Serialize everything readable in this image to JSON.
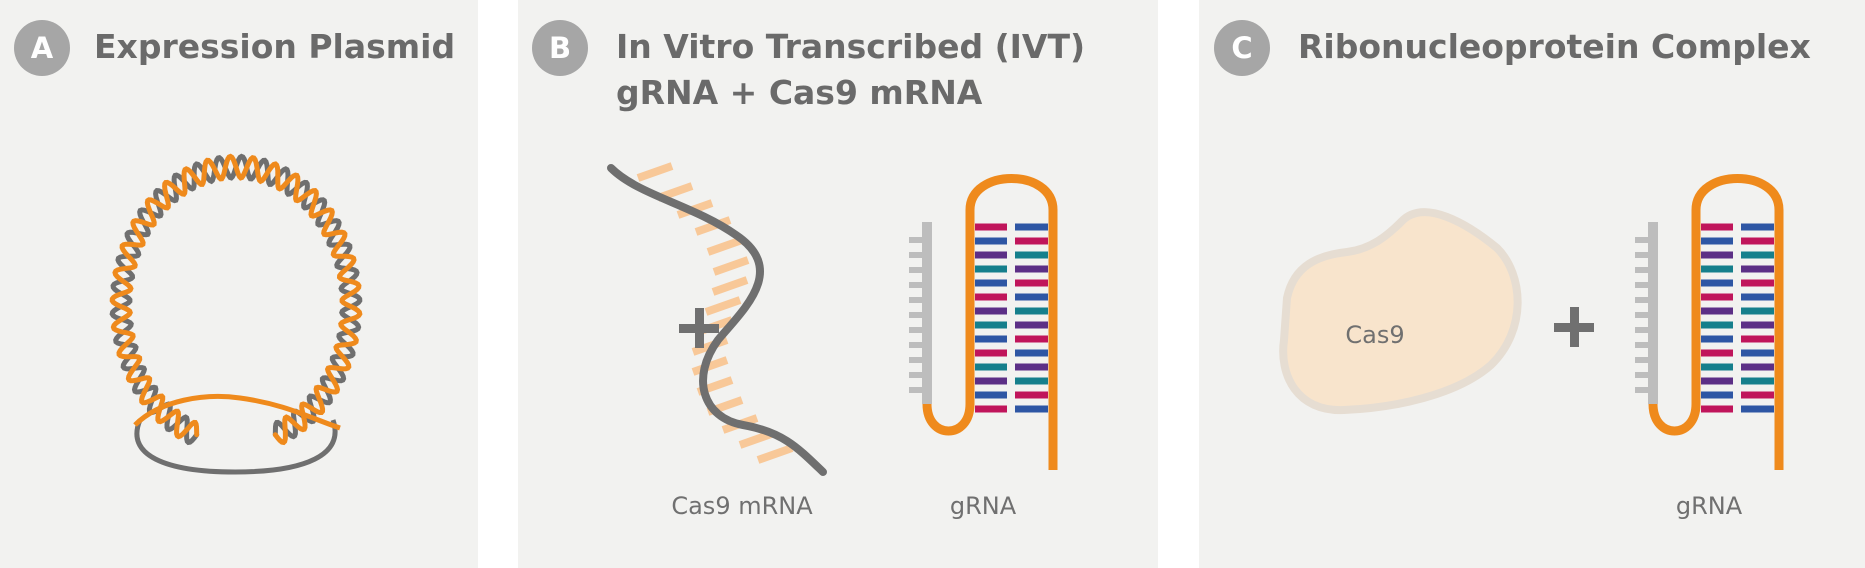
{
  "panels": [
    {
      "badge": "A",
      "title_lines": [
        "Expression Plasmid"
      ]
    },
    {
      "badge": "B",
      "title_lines": [
        "In Vitro Transcribed (IVT)",
        "gRNA + Cas9 mRNA"
      ],
      "labels": {
        "mrna": "Cas9 mRNA",
        "grna": "gRNA"
      },
      "plus": "+"
    },
    {
      "badge": "C",
      "title_lines": [
        "Ribonucleoprotein Complex"
      ],
      "labels": {
        "protein": "Cas9",
        "grna": "gRNA"
      },
      "plus": "+"
    }
  ],
  "colors": {
    "panel_bg": "#f2f2f0",
    "badge": "#a6a6a6",
    "title": "#6a6a6a",
    "strand_gray": "#6f6f6f",
    "strand_orange": "#ef8a1c",
    "base_pair_light_orange": "#f8c898",
    "protein_fill": "#f8e4cc",
    "protein_outline": "#e6ddd2",
    "stem_bars": "#bdbdbd",
    "base_colors": [
      "#c0155b",
      "#2e56a4",
      "#5c2f86",
      "#157f8c"
    ]
  }
}
